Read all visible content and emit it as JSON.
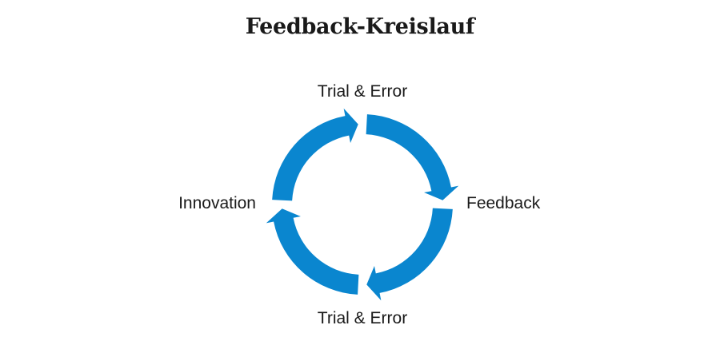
{
  "title": "Feedback-Kreislauf",
  "accent_color": "#0a86cf",
  "cycle": {
    "top_label": "Trial & Error",
    "right_label": "Feedback",
    "bottom_label": "Trial & Error",
    "left_label": "Innovation"
  }
}
